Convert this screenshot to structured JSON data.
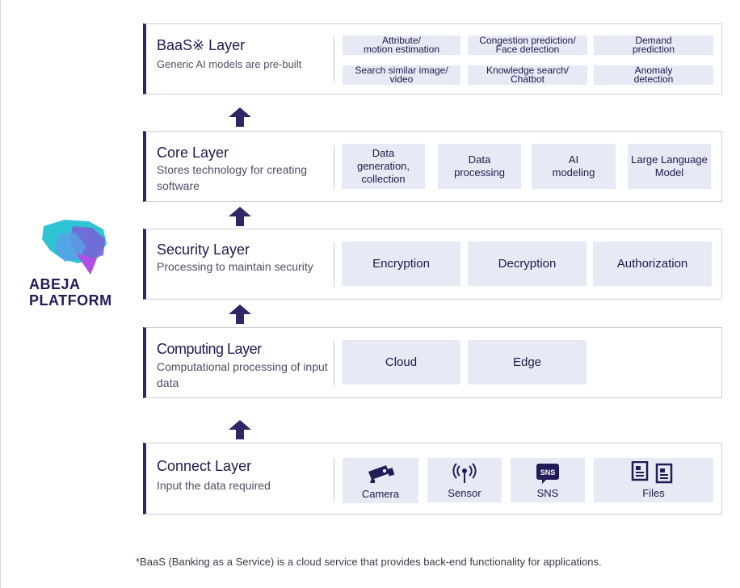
{
  "logo": {
    "line1": "ABEJA",
    "line2": "PLATFORM"
  },
  "layers": {
    "baas": {
      "title": "BaaS※ Layer",
      "subtitle": "Generic AI models are pre-built",
      "items": [
        {
          "l1": "Attribute/",
          "l2": "motion estimation"
        },
        {
          "l1": "Congestion prediction/",
          "l2": "Face detection"
        },
        {
          "l1": "Demand",
          "l2": "prediction"
        },
        {
          "l1": "Search similar image/",
          "l2": "video"
        },
        {
          "l1": "Knowledge search/",
          "l2": "Chatbot"
        },
        {
          "l1": "Anomaly",
          "l2": "detection"
        }
      ]
    },
    "core": {
      "title": "Core Layer",
      "subtitle": "Stores technology for creating software",
      "items": [
        {
          "l1": "Data generation,",
          "l2": "collection"
        },
        {
          "l1": "Data",
          "l2": "processing"
        },
        {
          "l1": "AI",
          "l2": "modeling"
        },
        {
          "l1": "Large Language",
          "l2": "Model"
        }
      ]
    },
    "security": {
      "title": "Security Layer",
      "subtitle": "Processing to maintain security",
      "items": [
        "Encryption",
        "Decryption",
        "Authorization"
      ]
    },
    "computing": {
      "title": "Computing Layer",
      "subtitle": "Computational processing of input data",
      "items": [
        "Cloud",
        "Edge"
      ]
    },
    "connect": {
      "title": "Connect Layer",
      "subtitle": "Input the data required",
      "items": [
        {
          "label": "Camera",
          "icon": "camera-icon"
        },
        {
          "label": "Sensor",
          "icon": "sensor-icon"
        },
        {
          "label": "SNS",
          "icon": "sns-icon",
          "badge": "SNS"
        },
        {
          "label": "Files",
          "icon": "files-icon"
        }
      ]
    }
  },
  "footnote": "*BaaS (Banking as a Service) is a cloud service that provides back-end functionality for applications.",
  "colors": {
    "navy": "#2d2766",
    "box_bg": "#e5eaf5",
    "text": "#1f1a4a"
  }
}
